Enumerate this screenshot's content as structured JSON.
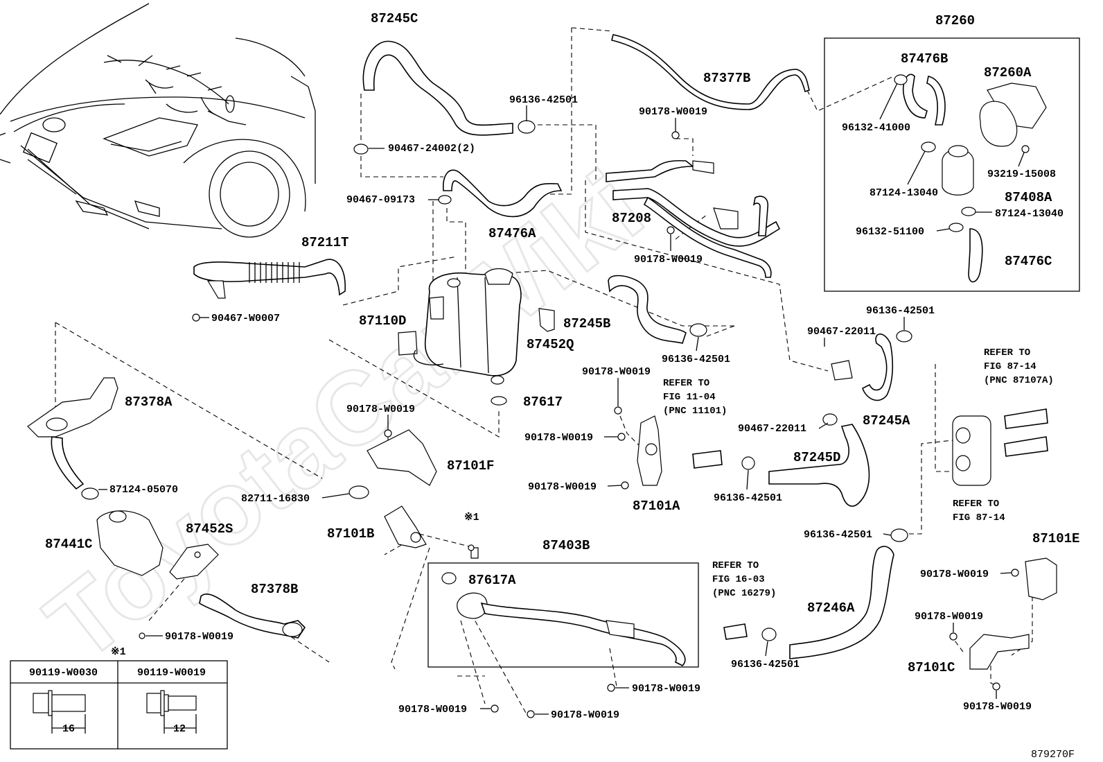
{
  "watermark": "ToyotaCarWiki",
  "figure_id": "879270F",
  "pnc_labels": {
    "p87245C": "87245C",
    "p87260": "87260",
    "p87476B": "87476B",
    "p87260A": "87260A",
    "p87377B": "87377B",
    "p87208": "87208",
    "p87476A": "87476A",
    "p87211T": "87211T",
    "p87408A": "87408A",
    "p87476C": "87476C",
    "p87110D": "87110D",
    "p87245B": "87245B",
    "p87452Q": "87452Q",
    "p87617": "87617",
    "p87378A": "87378A",
    "p87101F": "87101F",
    "p87101A": "87101A",
    "p87245A": "87245A",
    "p87245D": "87245D",
    "p87101B": "87101B",
    "p87441C": "87441C",
    "p87452S": "87452S",
    "p87403B": "87403B",
    "p87617A": "87617A",
    "p87378B": "87378B",
    "p87246A": "87246A",
    "p87101E": "87101E",
    "p87101C": "87101C"
  },
  "part_labels": {
    "a1": "96136-42501",
    "a2": "90467-24002(2)",
    "a3": "90467-09173",
    "a4": "90178-W0019",
    "a5": "96132-41000",
    "a6": "93219-15008",
    "a7": "87124-13040",
    "a8": "87124-13040",
    "a9": "96132-51100",
    "a10": "90178-W0019",
    "a11": "90467-W0007",
    "a12": "96136-42501",
    "a13": "90467-22011",
    "a14": "96136-42501",
    "a15": "90178-W0019",
    "a16": "90178-W0019",
    "a17": "90467-22011",
    "a18": "87124-05070",
    "a19": "90178-W0019",
    "a20": "82711-16830",
    "a21": "90178-W0019",
    "a22": "96136-42501",
    "a23": "96136-42501",
    "a24": "90178-W0019",
    "a25": "90178-W0019",
    "a26": "90178-W0019",
    "a27": "96136-42501",
    "a28": "90178-W0019",
    "a29": "90178-W0019",
    "a30": "90178-W0019",
    "a31": "90178-W0019"
  },
  "notes": {
    "n1": [
      "REFER TO",
      "FIG 11-04",
      "(PNC 11101)"
    ],
    "n2": [
      "REFER TO",
      "FIG 87-14",
      "(PNC 87107A)"
    ],
    "n3": [
      "REFER TO",
      "FIG 87-14"
    ],
    "n4": [
      "REFER TO",
      "FIG 16-03",
      "(PNC 16279)"
    ]
  },
  "ref_mark": "※1",
  "bolt_table": {
    "title": "※1",
    "columns": [
      {
        "part": "90119-W0030",
        "dimension": "16"
      },
      {
        "part": "90119-W0019",
        "dimension": "12"
      }
    ]
  }
}
